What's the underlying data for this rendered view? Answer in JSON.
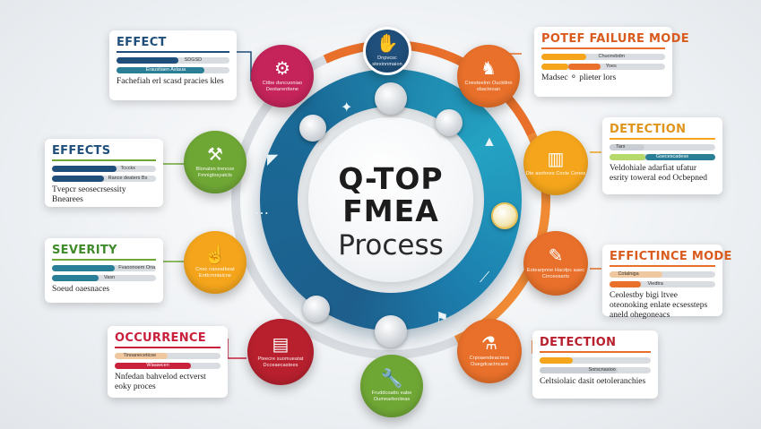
{
  "center": {
    "title_line1": "Q-TOP",
    "title_line2": "FMEA",
    "subtitle": "Process"
  },
  "colors": {
    "orange": "#e8702a",
    "amber": "#f4a51c",
    "green": "#6fa735",
    "red": "#c9203c",
    "crimson": "#b8202e",
    "navy": "#1f4f7a",
    "teal": "#2a7f96",
    "magenta": "#c4245a"
  },
  "nodes": [
    {
      "id": "top",
      "icon": "hand-icon",
      "glyph": "✋",
      "caption": "Dnpvcsc stexinnmaion"
    },
    {
      "id": "upper-left",
      "icon": "gear-icon",
      "glyph": "⚙",
      "caption": "Cttbe dsncuoniao Deotarenttene"
    },
    {
      "id": "left",
      "icon": "hammer-icon",
      "glyph": "⚒",
      "caption": "Blonatsn trencoe Fmnigtosyatcls"
    },
    {
      "id": "lower-left",
      "icon": "hand-coin-icon",
      "glyph": "☝",
      "caption": "Cnoc naneatbeat Enttcmntalcne"
    },
    {
      "id": "bottom-left",
      "icon": "server-icon",
      "glyph": "▤",
      "caption": "Pteecre suomueatat Dcceaecastees"
    },
    {
      "id": "bottom",
      "icon": "wrench-icon",
      "glyph": "🔧",
      "caption": "Fruddcoatto eabe Oumearbocteas"
    },
    {
      "id": "upper-right",
      "icon": "cow-icon",
      "glyph": "♞",
      "caption": "Cnesteelnn Oucktlnn sbacteoan"
    },
    {
      "id": "right",
      "icon": "pillar-icon",
      "glyph": "▥",
      "caption": "Dte asohnes Cncte Cenes"
    },
    {
      "id": "lower-right",
      "icon": "pencil-icon",
      "glyph": "✎",
      "caption": "Eotearpnne Hacdpc aaec Cinceosarts"
    },
    {
      "id": "bottom-right",
      "icon": "hand-flask-icon",
      "glyph": "⚗",
      "caption": "Crpoaendeacmos Ouegdcactncare"
    }
  ],
  "cards": {
    "effect": {
      "title": "EFFECT",
      "bars": [
        {
          "label": "SDGSD",
          "fill": 0.55
        },
        {
          "label": "Eraustiaen   Aslaua",
          "fill": 0.78
        }
      ],
      "text": "Fachefiah erl scasd pracies kles"
    },
    "effects": {
      "title": "EFFECTS",
      "bars": [
        {
          "label": "Tccckx",
          "fill": 0.62
        },
        {
          "label": "Rance deaters  Bs",
          "fill": 0.5
        }
      ],
      "text": "Tvepcr seosecrsessity Bnearees"
    },
    "severity": {
      "title": "SEVERITY",
      "bars": [
        {
          "label": "Fvaoonoem   Ona",
          "fill": 0.6
        },
        {
          "label": "Vasn",
          "fill": 0.45
        }
      ],
      "text": "Soeud oaesnaces"
    },
    "occurrence": {
      "title": "OCCURRENCE",
      "bars": [
        {
          "label": "Tinoaneceticse",
          "fill": 0.5
        },
        {
          "label": "Wiaawcen",
          "fill": 0.72
        }
      ],
      "text": "Nnfedan bahvelod ectverst eoky proces"
    },
    "potential_failure_mode": {
      "title": "POTEF FAILURE MODE",
      "bars": [
        {
          "label": "Chuonvbdm",
          "fill": 0.36
        },
        {
          "label": "Yoes",
          "fill": 0.48
        }
      ],
      "text": "Madsec  ⚬ plieter lors"
    },
    "detection_top": {
      "title": "DETECTION",
      "bars": [
        {
          "label": "Tarx",
          "fill": 0.33
        },
        {
          "label": "Gsecescadese",
          "fill": 0.66
        }
      ],
      "text": "Veldohiale adarfiat ufatur esrity toweral eod Ocbepned"
    },
    "effictince_mode": {
      "title": "EFFICTINCE MODE",
      "bars": [
        {
          "label": "Cotalniga",
          "fill": 0.5
        },
        {
          "label": "Viedtra",
          "fill": 0.3
        }
      ],
      "text": "Ceolestby bigi ltvee oteonoking enlate ecsessteps aneld ohegoneacs"
    },
    "detection_bottom": {
      "title": "DETECTION",
      "bars": [
        {
          "label": "",
          "fill": 0.3
        },
        {
          "label": "Sorscnasioo",
          "fill": 0.7
        }
      ],
      "text": "Celtsiolaic dasit oetoleranchies"
    }
  }
}
